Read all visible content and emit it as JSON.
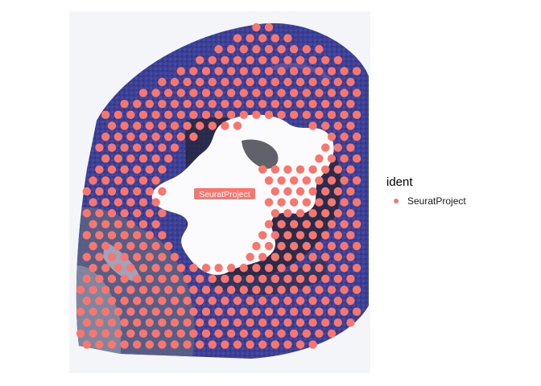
{
  "chart_data": {
    "type": "scatter",
    "title": "",
    "xlabel": "",
    "ylabel": "",
    "background": "tissue-histology-image",
    "grid": false,
    "legend_position": "right",
    "legend": {
      "title": "ident",
      "entries": [
        {
          "name": "SeuratProject",
          "color": "#F8766D"
        }
      ]
    },
    "cluster_label": {
      "text": "SeuratProject",
      "color": "#F8766D"
    },
    "series": [
      {
        "name": "SeuratProject",
        "color": "#F8766D"
      }
    ]
  }
}
